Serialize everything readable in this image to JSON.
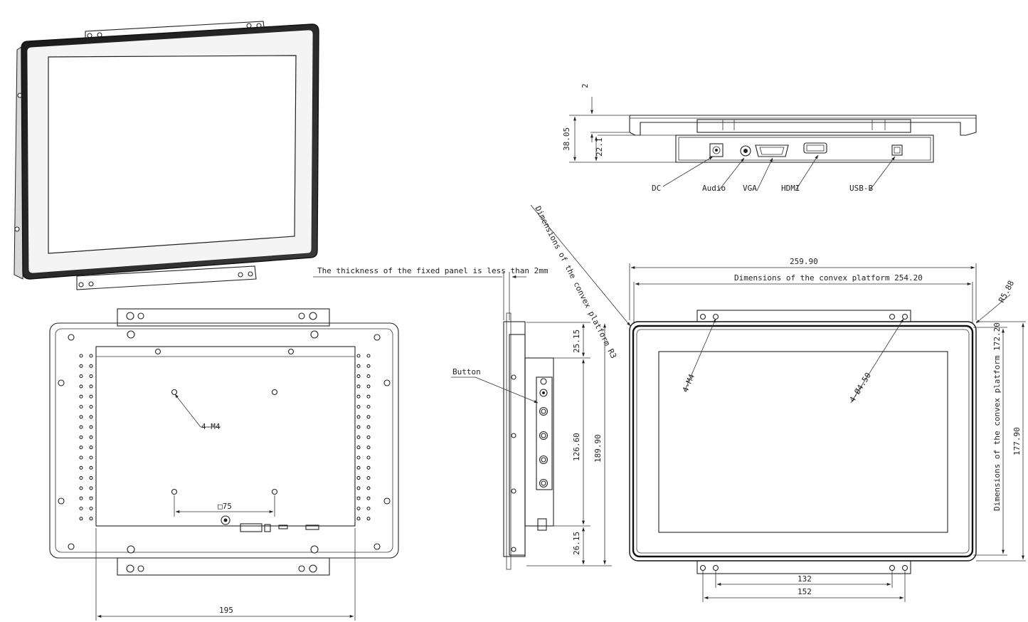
{
  "drawing": {
    "back_view": {
      "mount_label": "4-M4",
      "vesa_label": "□75",
      "width_dim": "195"
    },
    "side_view": {
      "panel_note": "The thickness of the fixed panel is less than 2mm",
      "button_label": "Button",
      "dim_top": "25.15",
      "dim_mid": "126.60",
      "dim_total": "189.90",
      "dim_bottom": "26.15"
    },
    "top_view": {
      "dim_2": "2",
      "dim_total": "38.05",
      "dim_body": "22.1",
      "ports": [
        "DC",
        "Audio",
        "VGA",
        "HDMI",
        "USB-B"
      ]
    },
    "front_view": {
      "platform_r3_note": "Dimensions of the convex platform R3",
      "width_total": "259.90",
      "platform_width": "Dimensions of the convex platform 254.20",
      "corner_radius": "R5.88",
      "mount_label": "4-M4",
      "hole_label": "4-Ø4.50",
      "platform_height": "Dimensions of the convex platform 172.20",
      "height_total": "177.90",
      "dim_132": "132",
      "dim_152": "152"
    }
  }
}
